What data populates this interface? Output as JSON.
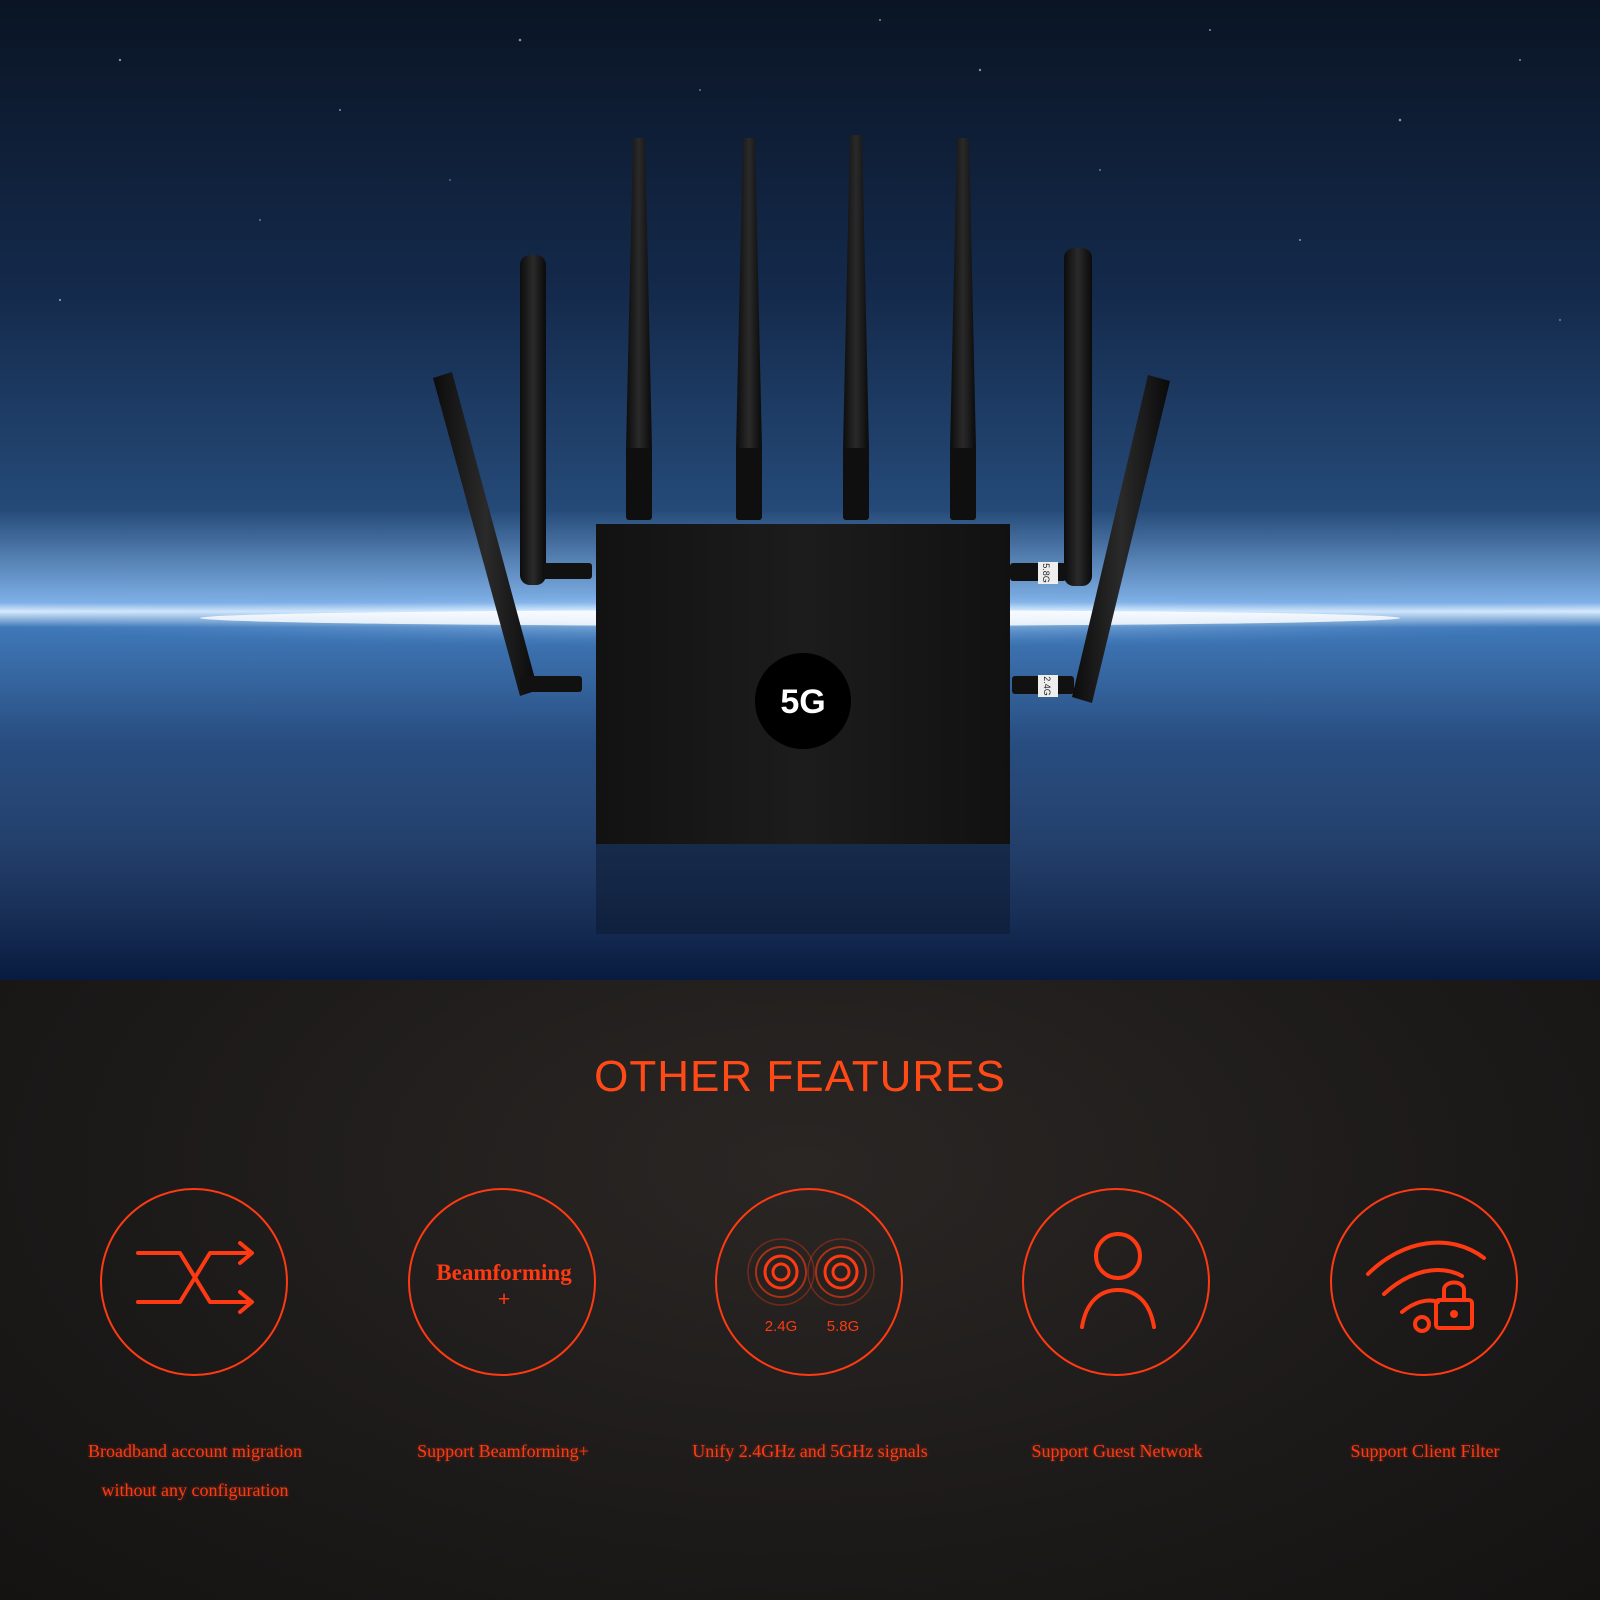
{
  "hero": {
    "badge": "5G",
    "port_labels": {
      "upper_right": "5.8G",
      "lower_right": "2.4G"
    }
  },
  "features_section": {
    "title": "OTHER FEATURES",
    "accent_color": "#ff3a12",
    "items": [
      {
        "icon": "shuffle-arrows-icon",
        "label_line1": "Broadband account migration",
        "label_line2": "without any configuration"
      },
      {
        "icon": "beamforming-text-icon",
        "icon_text": "Beamforming",
        "icon_subtext": "+",
        "label_line1": "Support Beamforming+",
        "label_line2": ""
      },
      {
        "icon": "dual-band-rings-icon",
        "band_a": "2.4G",
        "band_b": "5.8G",
        "label_line1": "Unify 2.4GHz and 5GHz signals",
        "label_line2": ""
      },
      {
        "icon": "user-icon",
        "label_line1": "Support Guest Network",
        "label_line2": ""
      },
      {
        "icon": "wifi-lock-icon",
        "label_line1": "Support Client Filter",
        "label_line2": ""
      }
    ]
  }
}
